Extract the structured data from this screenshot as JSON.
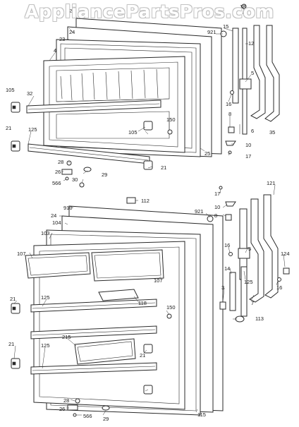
{
  "watermark": {
    "text": "AppliancePartsPros.com"
  },
  "parts_top": [
    {
      "id": "p-t-18",
      "text": "18"
    },
    {
      "id": "p-t-20",
      "text": "20"
    },
    {
      "id": "p-t-24",
      "text": "24"
    },
    {
      "id": "p-t-23",
      "text": "23"
    },
    {
      "id": "p-t-921",
      "text": "921"
    },
    {
      "id": "p-t-15",
      "text": "15"
    },
    {
      "id": "p-t-12",
      "text": "12"
    },
    {
      "id": "p-t-4",
      "text": "4"
    },
    {
      "id": "p-t-5",
      "text": "5"
    },
    {
      "id": "p-t-105a",
      "text": "105"
    },
    {
      "id": "p-t-32",
      "text": "32"
    },
    {
      "id": "p-t-16",
      "text": "16"
    },
    {
      "id": "p-t-8",
      "text": "8"
    },
    {
      "id": "p-t-150",
      "text": "150"
    },
    {
      "id": "p-t-105b",
      "text": "105"
    },
    {
      "id": "p-t-6",
      "text": "6"
    },
    {
      "id": "p-t-35",
      "text": "35"
    },
    {
      "id": "p-t-21a",
      "text": "21"
    },
    {
      "id": "p-t-125",
      "text": "125"
    },
    {
      "id": "p-t-10",
      "text": "10"
    },
    {
      "id": "p-t-25",
      "text": "25"
    },
    {
      "id": "p-t-17",
      "text": "17"
    },
    {
      "id": "p-t-28",
      "text": "28"
    },
    {
      "id": "p-t-21b",
      "text": "21"
    },
    {
      "id": "p-t-26",
      "text": "26"
    },
    {
      "id": "p-t-29",
      "text": "29"
    },
    {
      "id": "p-t-566",
      "text": "566"
    }
  ],
  "parts_bottom": [
    {
      "id": "p-b-112",
      "text": "112"
    },
    {
      "id": "p-b-17",
      "text": "17"
    },
    {
      "id": "p-b-121",
      "text": "121"
    },
    {
      "id": "p-b-30",
      "text": "30"
    },
    {
      "id": "p-b-910",
      "text": "910"
    },
    {
      "id": "p-b-10",
      "text": "10"
    },
    {
      "id": "p-b-24",
      "text": "24"
    },
    {
      "id": "p-b-921",
      "text": "921"
    },
    {
      "id": "p-b-104",
      "text": "104"
    },
    {
      "id": "p-b-8",
      "text": "8"
    },
    {
      "id": "p-b-103",
      "text": "103"
    },
    {
      "id": "p-b-16a",
      "text": "16"
    },
    {
      "id": "p-b-107a",
      "text": "107"
    },
    {
      "id": "p-b-5",
      "text": "5"
    },
    {
      "id": "p-b-124",
      "text": "124"
    },
    {
      "id": "p-b-14",
      "text": "14"
    },
    {
      "id": "p-b-107b",
      "text": "107"
    },
    {
      "id": "p-b-125a",
      "text": "125"
    },
    {
      "id": "p-b-16b",
      "text": "16"
    },
    {
      "id": "p-b-3",
      "text": "3"
    },
    {
      "id": "p-b-118",
      "text": "118"
    },
    {
      "id": "p-b-7",
      "text": "7"
    },
    {
      "id": "p-b-21a",
      "text": "21"
    },
    {
      "id": "p-b-125b",
      "text": "125"
    },
    {
      "id": "p-b-113",
      "text": "113"
    },
    {
      "id": "p-b-150",
      "text": "150"
    },
    {
      "id": "p-b-215",
      "text": "215"
    },
    {
      "id": "p-b-21b",
      "text": "21"
    },
    {
      "id": "p-b-21c",
      "text": "21"
    },
    {
      "id": "p-b-125c",
      "text": "125"
    },
    {
      "id": "p-b-28",
      "text": "28"
    },
    {
      "id": "p-b-115",
      "text": "115"
    },
    {
      "id": "p-b-26",
      "text": "26"
    },
    {
      "id": "p-b-566",
      "text": "566"
    },
    {
      "id": "p-b-29",
      "text": "29"
    }
  ]
}
